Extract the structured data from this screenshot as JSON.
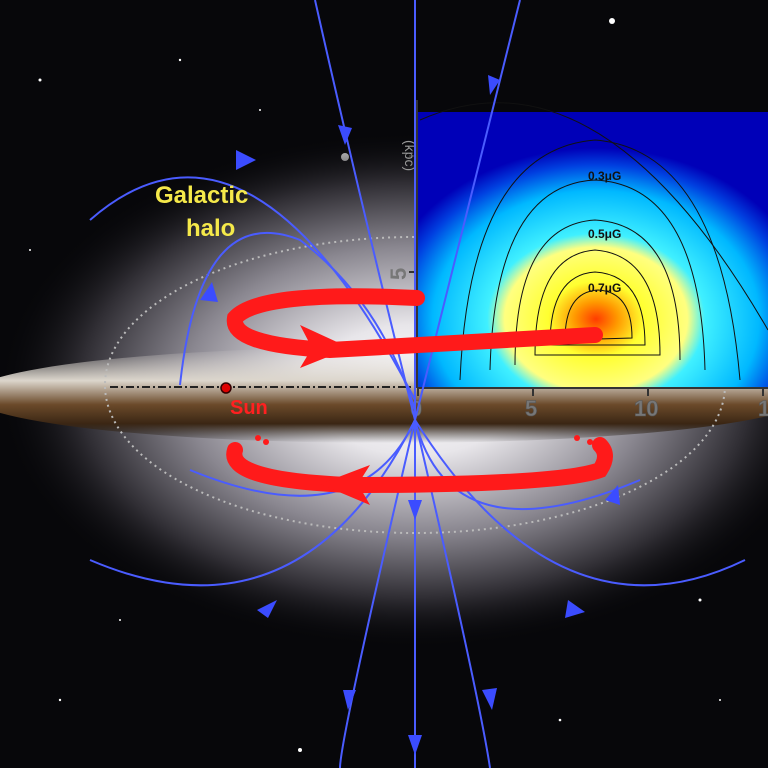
{
  "labels": {
    "halo_line1": "Galactic",
    "halo_line2": "halo",
    "sun": "Sun"
  },
  "inset": {
    "contours": [
      "0.3μG",
      "0.5μG",
      "0.7μG"
    ],
    "x_ticks": [
      "0",
      "5",
      "10",
      "1"
    ],
    "y_ticks": [
      "5"
    ],
    "y_axis_label": "(kpc)"
  },
  "colors": {
    "field_lines": "#4a5cff",
    "disk_rotation": "#ff1a1a",
    "halo_label": "#f5e94a",
    "sun_label": "#ff2020",
    "heatmap_low": "#0000c8",
    "heatmap_mid": "#00e5ff",
    "heatmap_high": "#ffff33",
    "heatmap_peak": "#ff5a00"
  }
}
